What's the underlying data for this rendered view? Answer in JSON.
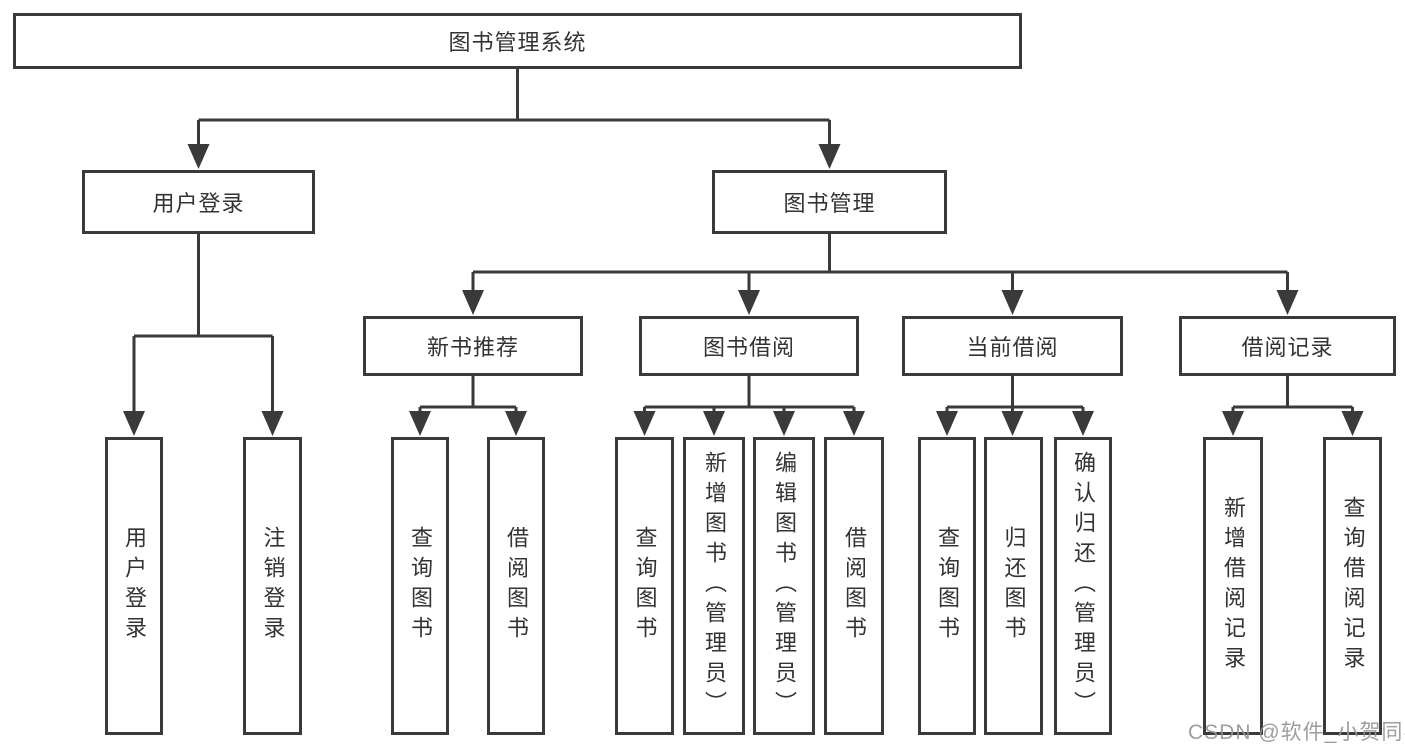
{
  "diagram": {
    "root": {
      "label": "图书管理系统"
    },
    "branches": [
      {
        "label": "用户登录",
        "children": [
          {
            "label": "用户登录"
          },
          {
            "label": "注销登录"
          }
        ]
      },
      {
        "label": "图书管理",
        "sections": [
          {
            "label": "新书推荐",
            "children": [
              {
                "label": "查询图书"
              },
              {
                "label": "借阅图书"
              }
            ]
          },
          {
            "label": "图书借阅",
            "children": [
              {
                "label": "查询图书"
              },
              {
                "label": "新增图书（管理员）"
              },
              {
                "label": "编辑图书（管理员）"
              },
              {
                "label": "借阅图书"
              }
            ]
          },
          {
            "label": "当前借阅",
            "children": [
              {
                "label": "查询图书"
              },
              {
                "label": "归还图书"
              },
              {
                "label": "确认归还（管理员）"
              }
            ]
          },
          {
            "label": "借阅记录",
            "children": [
              {
                "label": "新增借阅记录"
              },
              {
                "label": "查询借阅记录"
              }
            ]
          }
        ]
      }
    ],
    "watermark": "CSDN @软件_小贺同学",
    "colors": {
      "line": "#3a3a3a",
      "text": "#333333",
      "background": "#ffffff",
      "watermark": "#969696"
    }
  }
}
